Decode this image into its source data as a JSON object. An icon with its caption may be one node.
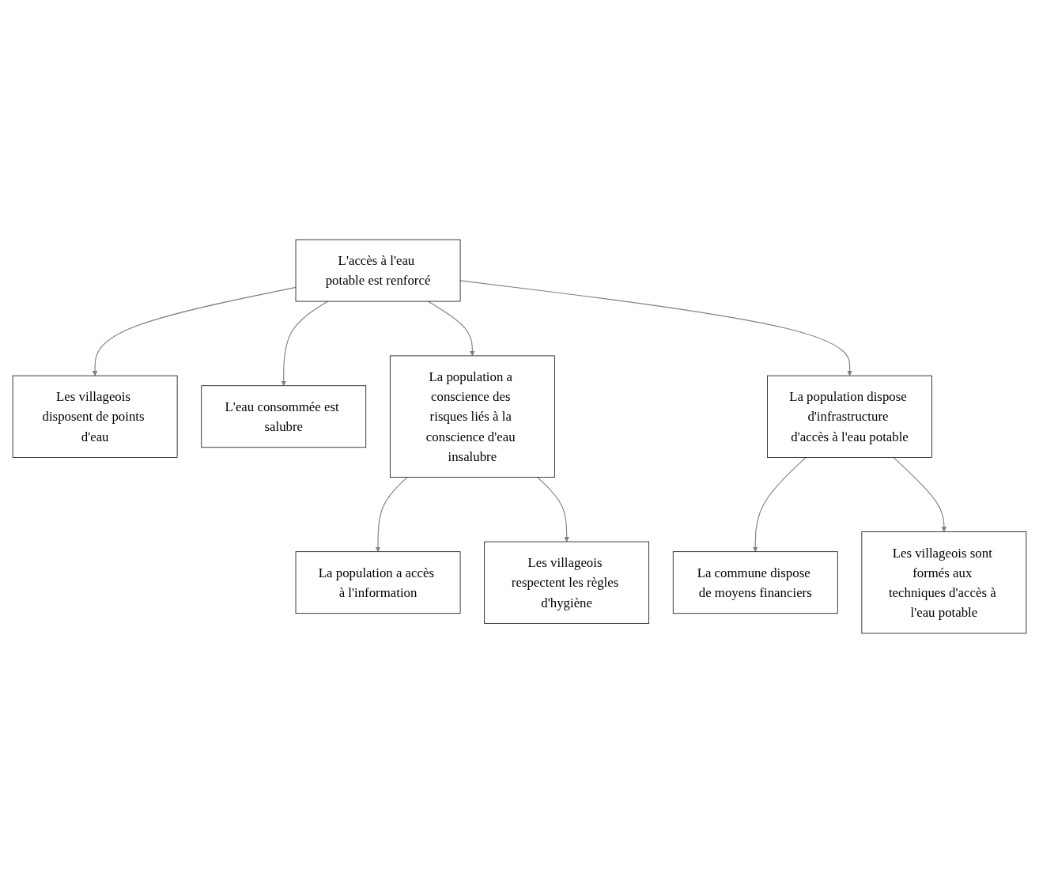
{
  "diagram": {
    "nodes": [
      {
        "text": [
          "Les villageois disposent de points d'eau"
        ]
      },
      {
        "text": [
          "L'eau consommée est salubre"
        ]
      },
      {
        "text": [
          "L'accès à l'eau potable est renforcé"
        ]
      },
      {
        "text": [
          "La population a conscience des risques liés à la conscience d'eau insalubre"
        ]
      },
      {
        "text": [
          "La population dispose d'infrastructure d'accès à l'eau potable"
        ]
      },
      {
        "text": [
          "La population a accès à l'information"
        ]
      },
      {
        "text": [
          "Les villageois respectent les règles d'hygiène"
        ]
      },
      {
        "text": [
          "La commune dispose de moyens financiers"
        ]
      },
      {
        "text": [
          "Les villageois sont formés aux techniques d'accès à l'eau potable"
        ]
      }
    ],
    "edges": [
      {
        "from": 2,
        "to": 0,
        "arrow": "to"
      },
      {
        "from": 2,
        "to": 1,
        "arrow": "to"
      },
      {
        "from": 2,
        "to": 3,
        "arrow": "to"
      },
      {
        "from": 2,
        "to": 4,
        "arrow": "to"
      },
      {
        "from": 3,
        "to": 5,
        "arrow": "to"
      },
      {
        "from": 3,
        "to": 6,
        "arrow": "to"
      },
      {
        "from": 4,
        "to": 7,
        "arrow": "to"
      },
      {
        "from": 4,
        "to": 8,
        "arrow": "to"
      }
    ]
  }
}
